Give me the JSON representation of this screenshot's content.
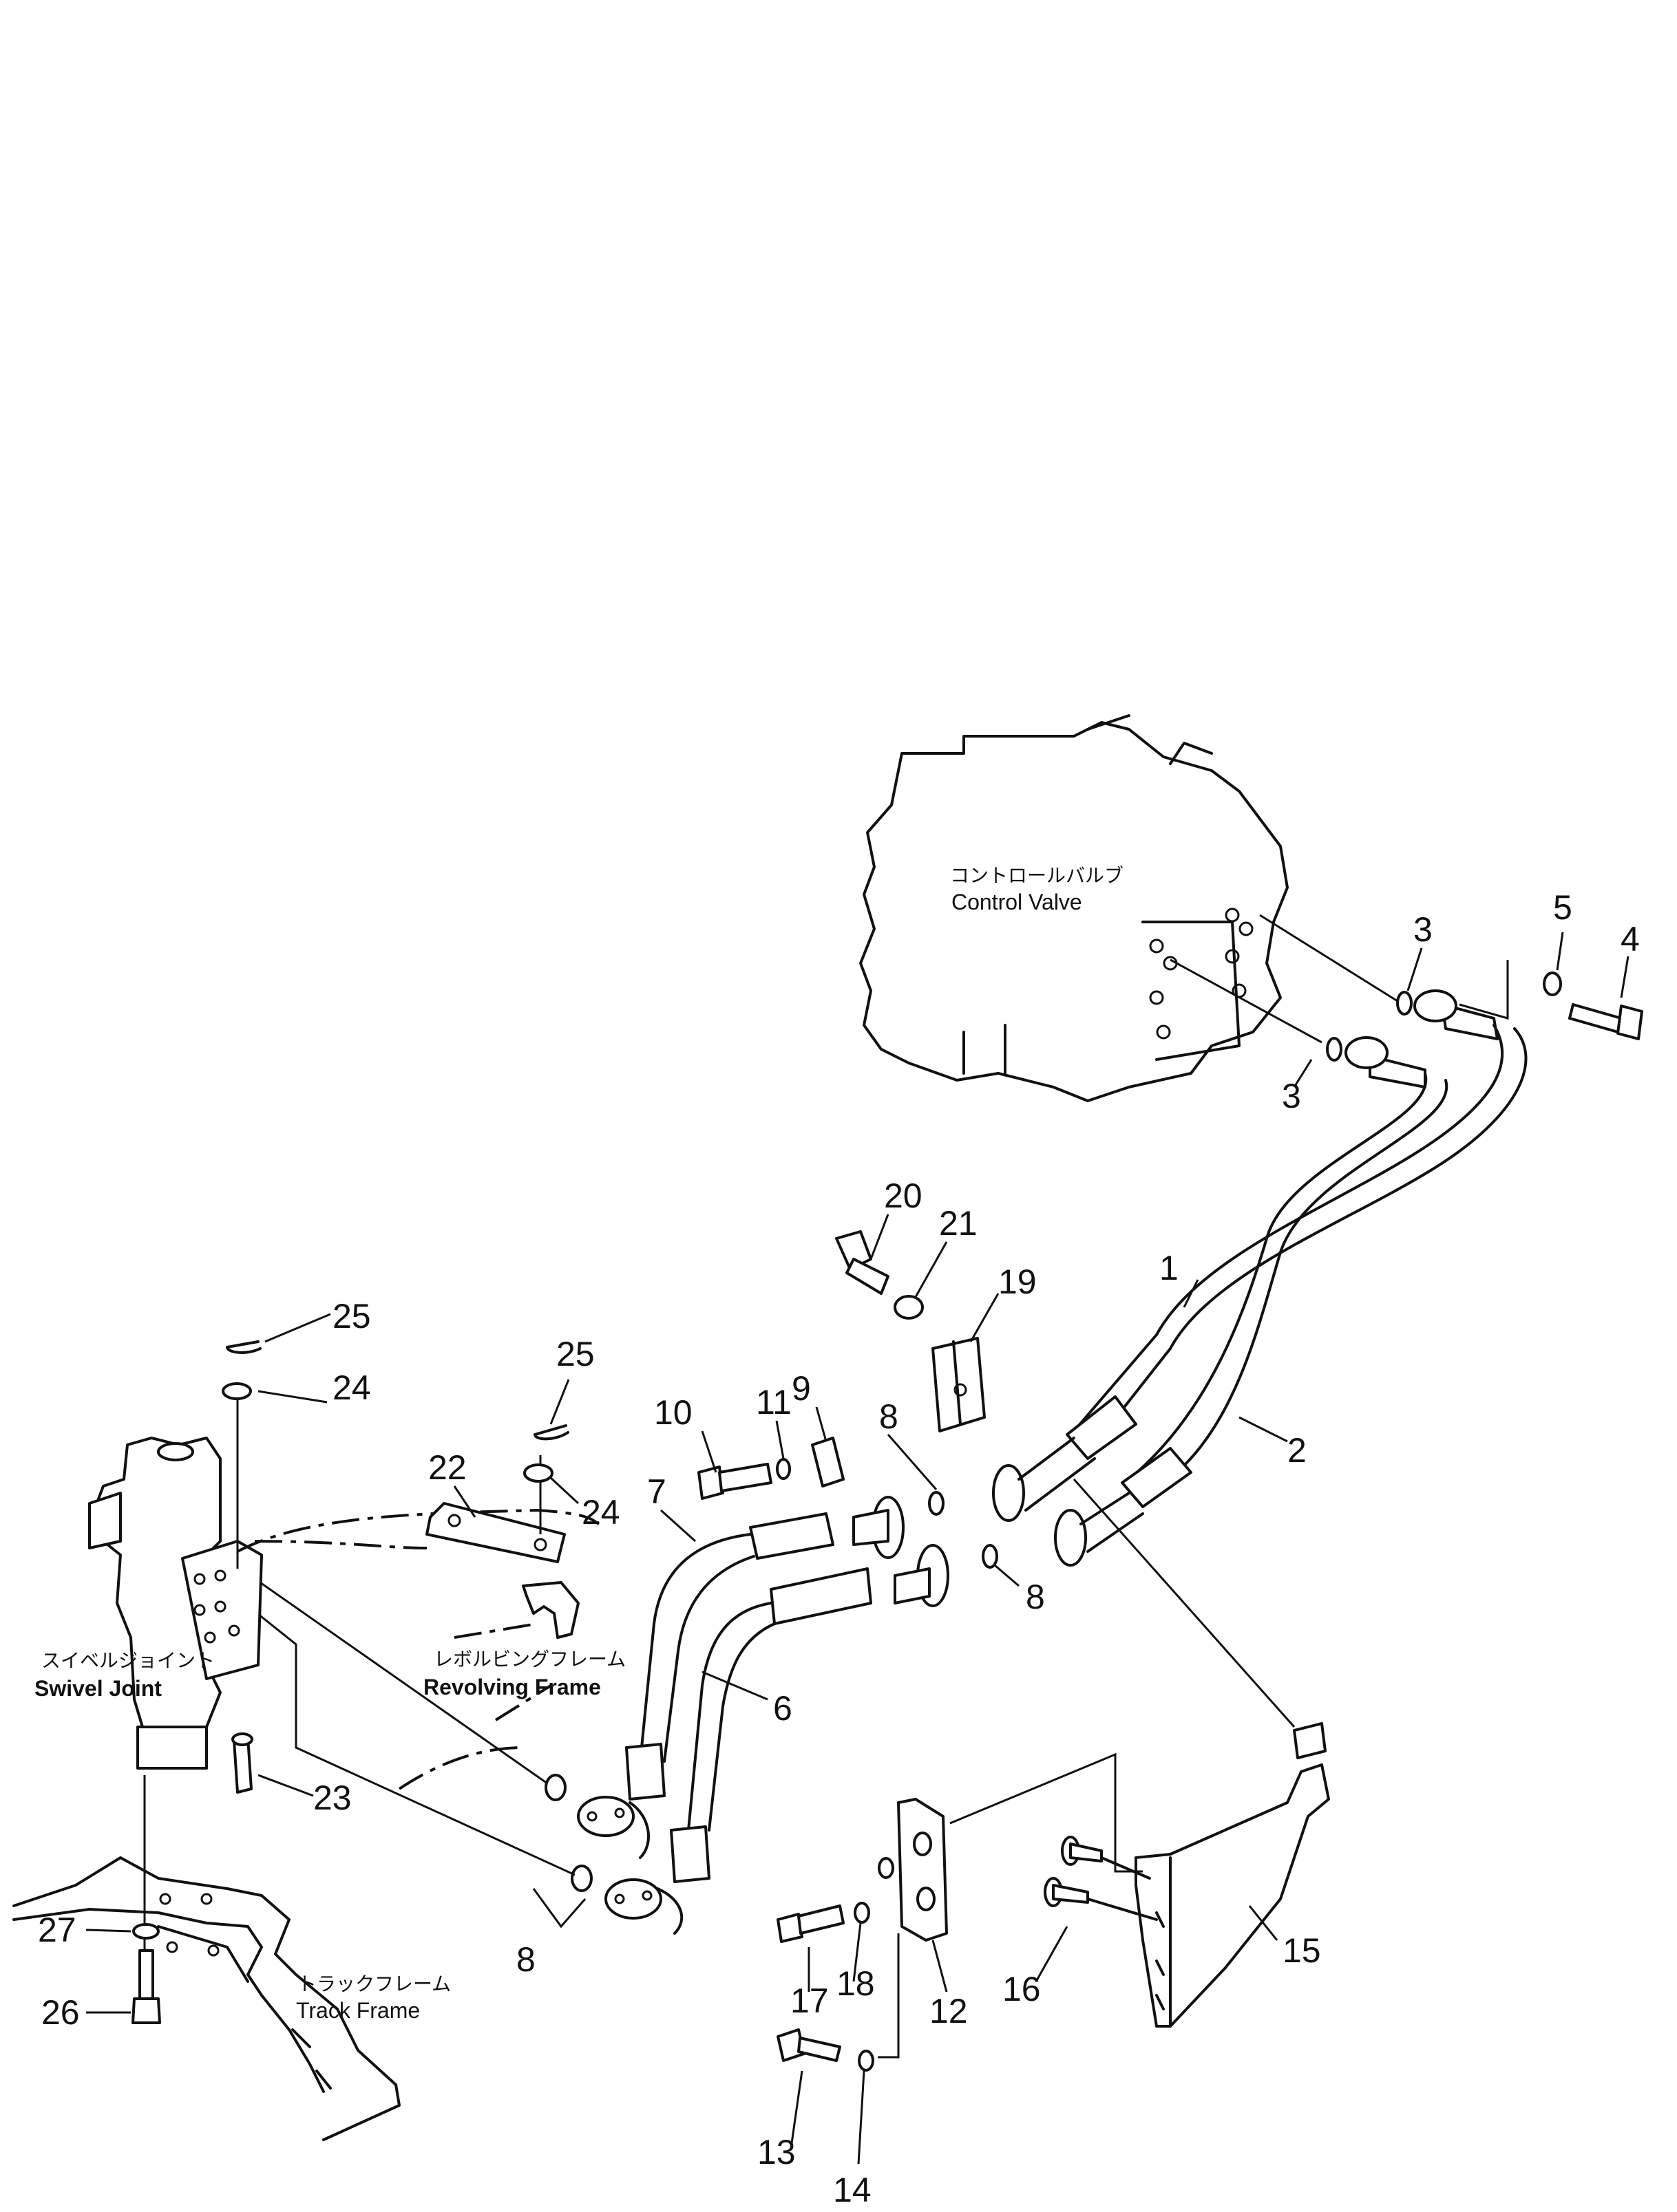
{
  "components": {
    "control_valve": {
      "jp": "コントロールバルブ",
      "en": "Control Valve"
    },
    "swivel_joint": {
      "jp": "スイベルジョイント",
      "en": "Swivel Joint"
    },
    "revolving_frame": {
      "jp": "レボルビングフレーム",
      "en": "Revolving Frame"
    },
    "track_frame": {
      "jp": "トラックフレーム",
      "en": "Track Frame"
    }
  },
  "callouts": {
    "c1": "1",
    "c2": "2",
    "c3a": "3",
    "c3b": "3",
    "c4": "4",
    "c5": "5",
    "c6": "6",
    "c7": "7",
    "c8a": "8",
    "c8b": "8",
    "c8c": "8",
    "c9": "9",
    "c10": "10",
    "c11": "11",
    "c12": "12",
    "c13": "13",
    "c14": "14",
    "c15": "15",
    "c16": "16",
    "c17": "17",
    "c18": "18",
    "c19": "19",
    "c20": "20",
    "c21": "21",
    "c22": "22",
    "c23": "23",
    "c24a": "24",
    "c24b": "24",
    "c25a": "25",
    "c25b": "25",
    "c26": "26",
    "c27": "27"
  }
}
